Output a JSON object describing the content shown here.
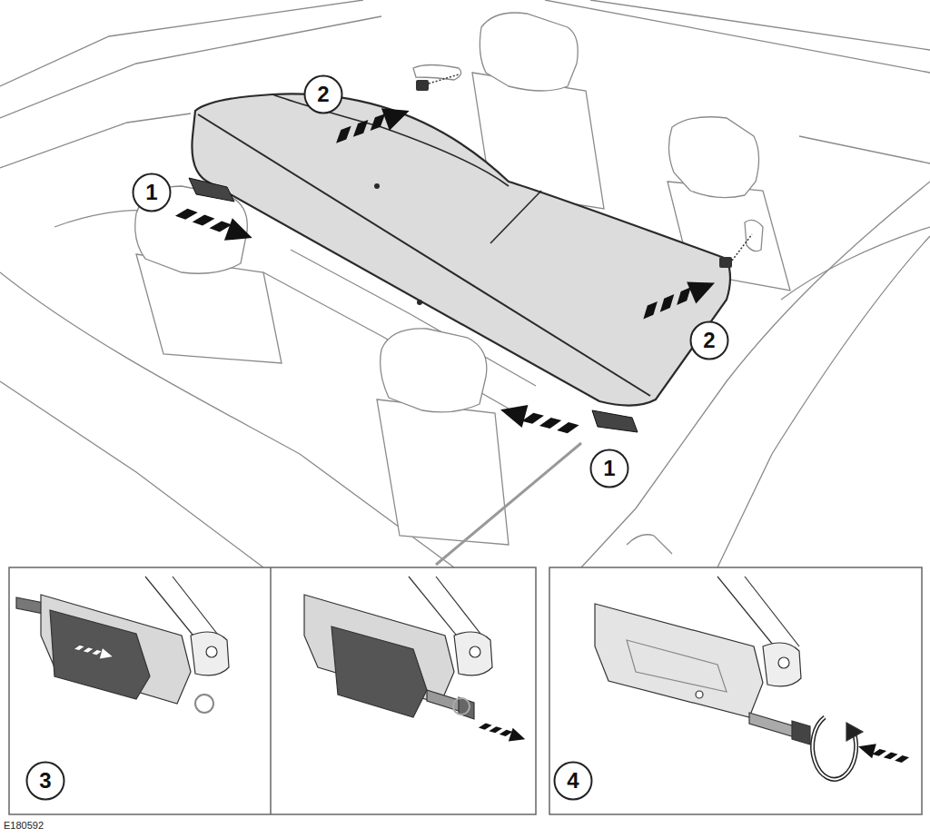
{
  "diagram": {
    "nodes": [
      {
        "text": [
          "2"
        ]
      },
      {
        "text": [
          "1"
        ]
      },
      {
        "text": [
          "2"
        ]
      },
      {
        "text": [
          "1"
        ]
      },
      {
        "text": [
          "3"
        ]
      },
      {
        "text": [
          "4"
        ]
      }
    ],
    "labels": [
      "E180592"
    ]
  }
}
